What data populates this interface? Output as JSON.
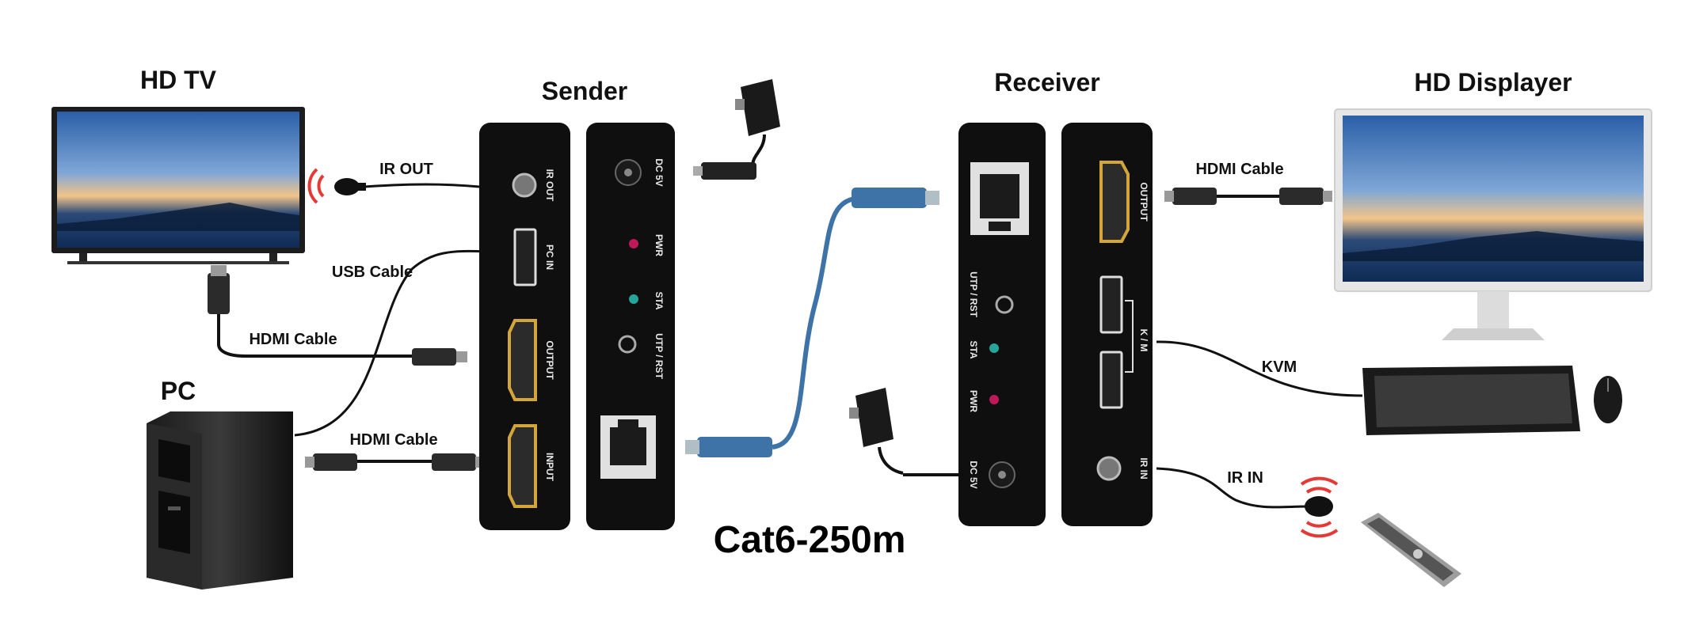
{
  "headings": {
    "hd_tv": "HD TV",
    "pc": "PC",
    "sender": "Sender",
    "receiver": "Receiver",
    "hd_displayer": "HD Displayer"
  },
  "cable_labels": {
    "ir_out": "IR OUT",
    "usb_cable": "USB Cable",
    "hdmi_cable_tv": "HDMI Cable",
    "hdmi_cable_pc": "HDMI Cable",
    "hdmi_cable_display": "HDMI Cable",
    "kvm": "KVM",
    "ir_in": "IR IN"
  },
  "distance_label": "Cat6-250m",
  "sender_ports": {
    "ir_out": "IR OUT",
    "pc_in": "PC IN",
    "output": "OUTPUT",
    "input": "INPUT",
    "dc_5v": "DC 5V",
    "pwr": "PWR",
    "sta": "STA",
    "utp_rst": "UTP / RST"
  },
  "receiver_ports": {
    "utp_rst": "UTP / RST",
    "sta": "STA",
    "pwr": "PWR",
    "dc_5v": "DC 5V",
    "output": "OUTPUT",
    "km": "K / M",
    "ir_in": "IR IN"
  },
  "colors": {
    "device_body": "#0f0f0f",
    "cat6_cable": "#3e73a8",
    "ir_signal": "#e53935",
    "led_pwr": "#c2185b",
    "led_sta": "#26a69a"
  }
}
